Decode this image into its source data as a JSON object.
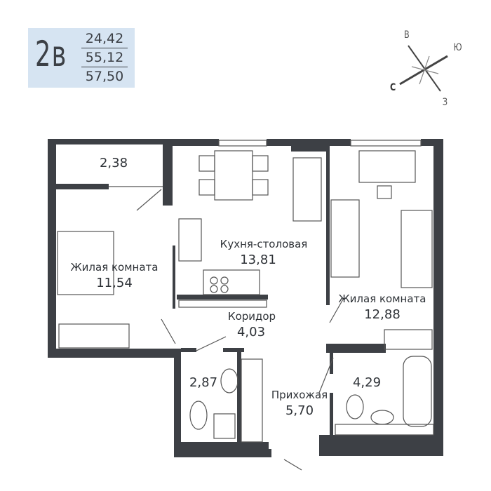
{
  "apartment": {
    "type": "2в",
    "living_area": "24,42",
    "total_area": "55,12",
    "total_area_with_balcony": "57,50"
  },
  "compass": {
    "north": "С",
    "east": "В",
    "south": "Ю",
    "west": "З"
  },
  "rooms": [
    {
      "name": "",
      "area": "2,38"
    },
    {
      "name": "Жилая комната",
      "area": "11,54"
    },
    {
      "name": "Кухня-столовая",
      "area": "13,81"
    },
    {
      "name": "Коридор",
      "area": "4,03"
    },
    {
      "name": "Жилая комната",
      "area": "12,88"
    },
    {
      "name": "",
      "area": "2,87"
    },
    {
      "name": "Прихожая",
      "area": "5,70"
    },
    {
      "name": "",
      "area": "4,29"
    }
  ],
  "colors": {
    "wall": "#3d4045",
    "badge": "#d6e4f2",
    "lines": "#555a60"
  }
}
